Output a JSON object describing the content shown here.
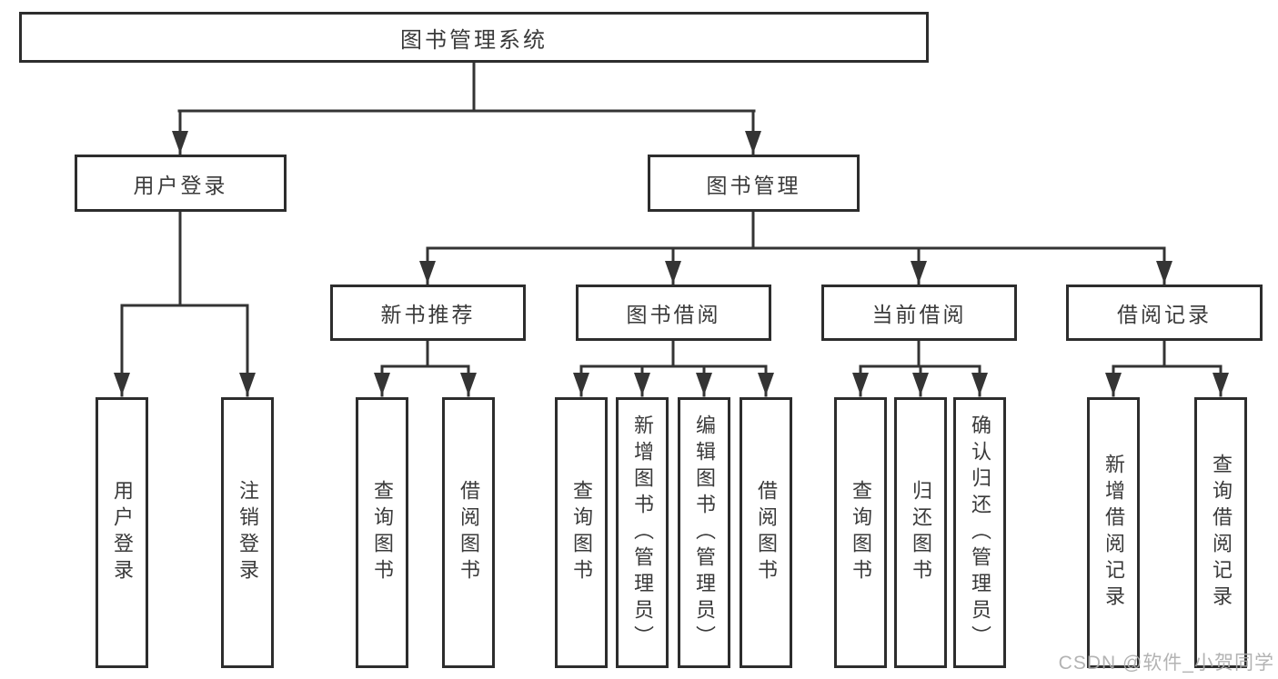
{
  "colors": {
    "background": "#ffffff",
    "line": "#343434",
    "box-border": "#2d2d2d",
    "box-fill": "#ffffff",
    "text": "#3a3a3a",
    "watermark": "#ababab"
  },
  "tree": {
    "root": "图书管理系统",
    "branches": [
      {
        "label": "用户登录",
        "children": [
          "用户登录",
          "注销登录"
        ]
      },
      {
        "label": "图书管理",
        "groups": [
          {
            "label": "新书推荐",
            "children": [
              "查询图书",
              "借阅图书"
            ]
          },
          {
            "label": "图书借阅",
            "children": [
              "查询图书",
              "新增图书（管理员）",
              "编辑图书（管理员）",
              "借阅图书"
            ]
          },
          {
            "label": "当前借阅",
            "children": [
              "查询图书",
              "归还图书",
              "确认归还（管理员）"
            ]
          },
          {
            "label": "借阅记录",
            "children": [
              "新增借阅记录",
              "查询借阅记录"
            ]
          }
        ]
      }
    ]
  },
  "watermark": {
    "text": "CSDN @软件_小贺同学"
  }
}
